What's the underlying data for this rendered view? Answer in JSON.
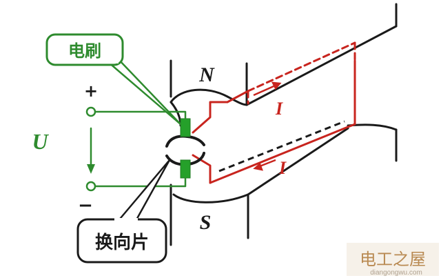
{
  "labels": {
    "brush": "电刷",
    "commutator": "换向片",
    "north_pole": "N",
    "south_pole": "S",
    "voltage": "U",
    "current_top": "I",
    "current_bottom": "I",
    "plus_sign": "+",
    "minus_sign": "−"
  },
  "watermark": {
    "title": "电工之屋",
    "url": "diangongwu.com"
  },
  "colors": {
    "green": "#2e8b2e",
    "red": "#c8241e",
    "black": "#1a1a1a",
    "brush_green": "#25a02a"
  }
}
